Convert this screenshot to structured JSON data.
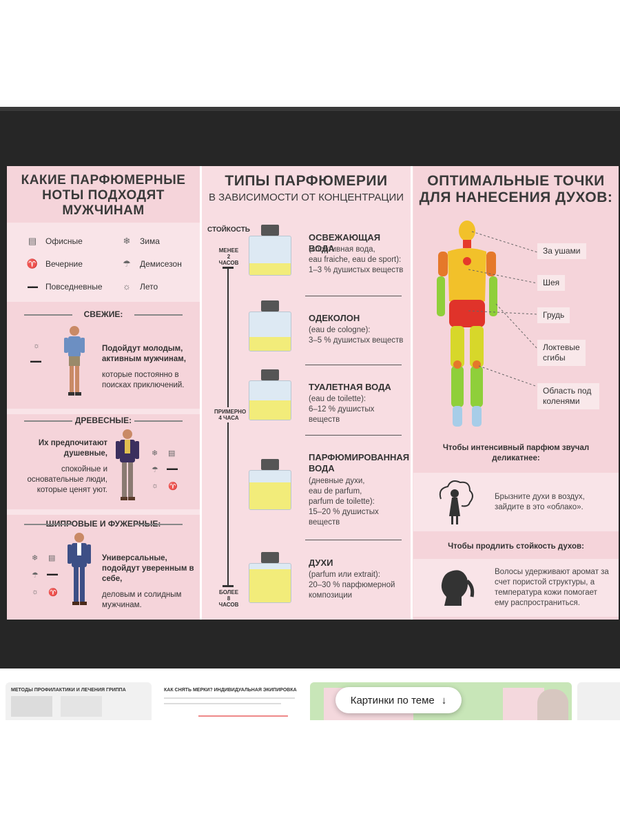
{
  "poster": {
    "col1": {
      "title": "КАКИЕ ПАРФЮМЕРНЫЕ НОТЫ ПОДХОДЯТ МУЖЧИНАМ",
      "legend": [
        {
          "icon": "briefcase-icon",
          "glyph": "▤",
          "label": "Офисные"
        },
        {
          "icon": "snowflake-icon",
          "glyph": "❄",
          "label": "Зима"
        },
        {
          "icon": "glass-icon",
          "glyph": "♈",
          "label": "Вечерние"
        },
        {
          "icon": "umbrella-icon",
          "glyph": "☂",
          "label": "Демисезон"
        },
        {
          "icon": "sunglasses-icon",
          "glyph": "▬▬",
          "label": "Повседневные"
        },
        {
          "icon": "sun-icon",
          "glyph": "☼",
          "label": "Лето"
        }
      ],
      "groups": [
        {
          "head": "СВЕЖИЕ:",
          "bold": "Подойдут молодым, активным мужчинам,",
          "text": "которые постоянно в поисках приключений."
        },
        {
          "head": "ДРЕВЕСНЫЕ:",
          "bold": "Их предпочитают душевные,",
          "text": "спокойные и основательные люди, которые ценят уют."
        },
        {
          "head": "ШИПРОВЫЕ И ФУЖЕРНЫЕ:",
          "bold": "Универсальные, подойдут уверенным в себе,",
          "text": "деловым и солидным мужчинам."
        }
      ]
    },
    "col2": {
      "title": "ТИПЫ ПАРФЮМЕРИИ",
      "subtitle": "В ЗАВИСИМОСТИ ОТ КОНЦЕНТРАЦИИ",
      "scale": {
        "top": "СТОЙКОСТЬ",
        "less": "МЕНЕЕ 2 ЧАСОВ",
        "mid": "ПРИМЕРНО 4 ЧАСА",
        "more": "БОЛЕЕ 8 ЧАСОВ"
      },
      "types": [
        {
          "title": "ОСВЕЖАЮЩАЯ ВОДА",
          "desc": [
            "(спортивная вода,",
            "eau fraiche, eau de sport):",
            "1–3 % душистых веществ"
          ],
          "fill": 0.3
        },
        {
          "title": "ОДЕКОЛОН",
          "desc": [
            "(eau de cologne):",
            "3–5 % душистых веществ"
          ],
          "fill": 0.35
        },
        {
          "title": "ТУАЛЕТНАЯ ВОДА",
          "desc": [
            "(eau de toilette):",
            "6–12 % душистых веществ"
          ],
          "fill": 0.5
        },
        {
          "title": "ПАРФЮМИРОВАННАЯ ВОДА",
          "desc": [
            "(дневные духи,",
            "eau de parfum,",
            "parfum de toilette):",
            "15–20 % душистых веществ"
          ],
          "fill": 0.7
        },
        {
          "title": "ДУХИ",
          "desc": [
            "(parfum или extrait):",
            "20–30 % парфюмерной",
            "композиции"
          ],
          "fill": 0.85
        }
      ]
    },
    "col3": {
      "title": "ОПТИМАЛЬНЫЕ ТОЧКИ ДЛЯ НАНЕСЕНИЯ ДУХОВ:",
      "points": [
        "За ушами",
        "Шея",
        "Грудь",
        "Локтевые сгибы",
        "Область под коленями"
      ],
      "tip1_head": "Чтобы интенсивный парфюм звучал деликатнее:",
      "tip1_text": "Брызните духи в воздух, зайдите в это «облако».",
      "tip2_head": "Чтобы продлить стойкость духов:",
      "tip2_text": "Волосы удерживают аромат за счет пористой структуры, а температура кожи помогает ему распространиться."
    }
  },
  "related": {
    "thumbs": [
      {
        "title": "МЕТОДЫ ПРОФИЛАКТИКИ И ЛЕЧЕНИЯ ГРИППА"
      },
      {
        "title": "КАК СНЯТЬ МЕРКИ?     ИНДИВИДУАЛЬНАЯ ЭКИПИРОВКА"
      }
    ],
    "pill_label": "Картинки по теме",
    "pill_icon": "↓"
  }
}
